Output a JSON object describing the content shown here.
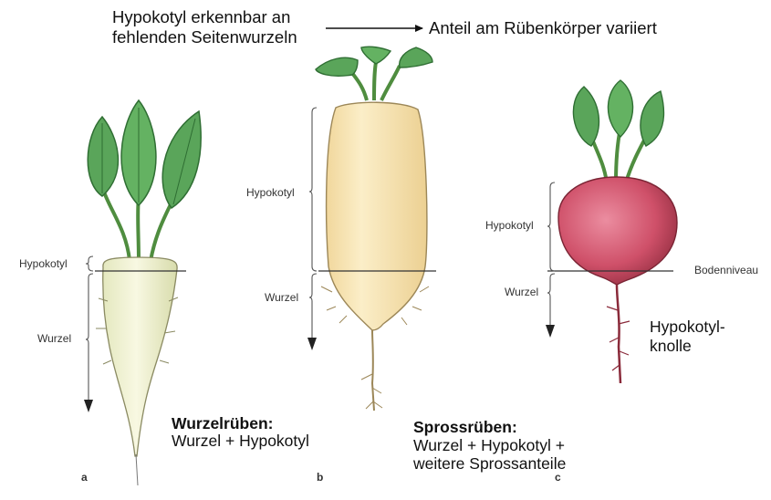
{
  "annotations": {
    "top_left_line1": "Hypokotyl erkennbar an",
    "top_left_line2": "fehlenden Seitenwurzeln",
    "top_right": "Anteil am Rübenkörper variiert"
  },
  "panel_a": {
    "letter": "a",
    "hypokotyl_label": "Hypokotyl",
    "wurzel_label": "Wurzel",
    "caption_title": "Wurzelrüben:",
    "caption_text": "Wurzel + Hypokotyl"
  },
  "panel_b": {
    "letter": "b",
    "hypokotyl_label": "Hypokotyl",
    "wurzel_label": "Wurzel",
    "caption_title": "Sprossrüben:",
    "caption_line1": "Wurzel + Hypokotyl +",
    "caption_line2": "weitere Sprossanteile"
  },
  "panel_c": {
    "letter": "c",
    "hypokotyl_label": "Hypokotyl",
    "wurzel_label": "Wurzel",
    "ground_label": "Bodenniveau",
    "knolle_line1": "Hypokotyl-",
    "knolle_line2": "knolle"
  },
  "colors": {
    "leaf": "#5aa55a",
    "leaf_dark": "#2f6e33",
    "root_pale": "#f3f2d2",
    "beet_body": "#f8e3b0",
    "red_beet": "#c84b63",
    "stem_red": "#8a2a3a"
  }
}
